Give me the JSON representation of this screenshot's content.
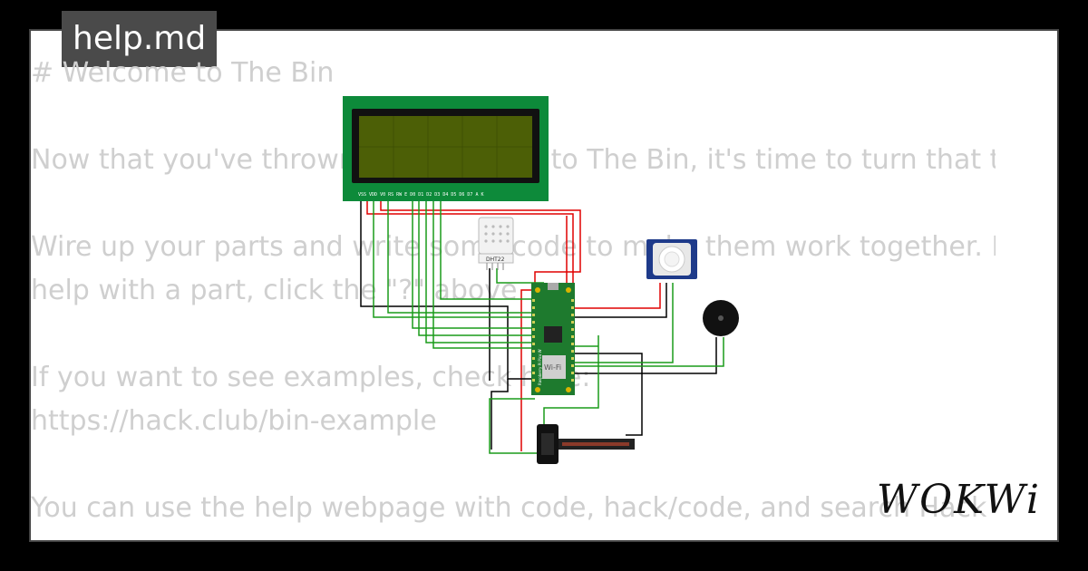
{
  "tab": {
    "filename": "help.md"
  },
  "document": {
    "lines": [
      "# Welcome to The Bin",
      "",
      "Now that you've thrown some parts into The Bin, it's time to turn that t",
      "",
      "Wire up your parts and write some code to make them work together. I",
      "help with a part, click the \"?\" above",
      "",
      "If you want to see examples, check here:",
      "https://hack.club/bin-example",
      "",
      "You can use the help webpage with code, hack/code, and search Hack Club"
    ]
  },
  "components": {
    "lcd": {
      "pins_label": "VSS VDD V0 RS RW E D0 D1 D2 D3 D4 D5 D6 D7 A K"
    },
    "dht22": {
      "label": "DHT22"
    },
    "pico": {
      "wifi_label": "Wi-Fi",
      "side_label": "Raspberry Pi Pico W"
    }
  },
  "brand": {
    "name": "WOKWi"
  },
  "colors": {
    "lcd_green": "#0d8a3a",
    "lcd_screen": "#4c5f06",
    "pcb": "#1e7a2e",
    "wire_red": "#e00000",
    "wire_green": "#1a9b1a",
    "wire_black": "#000000",
    "pir": "#1e3a8a"
  }
}
